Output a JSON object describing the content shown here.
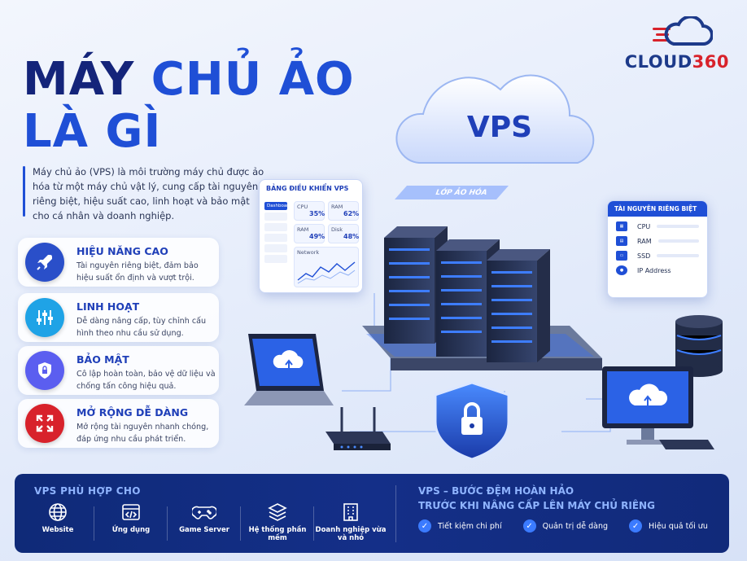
{
  "brand": {
    "name_part1": "CLOUD",
    "name_part2": "360"
  },
  "title": {
    "line1_part1": "MÁY ",
    "line1_part2": "CHỦ ẢO",
    "line2": "LÀ GÌ"
  },
  "description": "Máy chủ ảo (VPS) là môi trường máy chủ được ảo hóa từ một máy chủ vật lý, cung cấp tài nguyên riêng biệt, hiệu suất cao, linh hoạt và bảo mật cho cá nhân và doanh nghiệp.",
  "features": [
    {
      "title": "HIỆU NĂNG CAO",
      "desc": "Tài nguyên riêng biệt, đảm bảo hiệu suất ổn định và vượt trội.",
      "icon": "rocket-icon",
      "color": "#2a4fc9"
    },
    {
      "title": "LINH HOẠT",
      "desc": "Dễ dàng nâng cấp, tùy chỉnh cấu hình theo nhu cầu sử dụng.",
      "icon": "sliders-icon",
      "color": "#1fa3e6"
    },
    {
      "title": "BẢO MẬT",
      "desc": "Cô lập hoàn toàn, bảo vệ dữ liệu và chống tấn công hiệu quả.",
      "icon": "shield-lock-icon",
      "color": "#5b5ef0"
    },
    {
      "title": "MỞ RỘNG DỄ DÀNG",
      "desc": "Mở rộng tài nguyên nhanh chóng, đáp ứng nhu cầu phát triển.",
      "icon": "expand-icon",
      "color": "#d8222b"
    }
  ],
  "illustration": {
    "cloud_label": "VPS",
    "layer_label": "LỚP ẢO HÓA",
    "dashboard": {
      "title": "BẢNG ĐIỀU KHIỂN VPS",
      "menu": [
        "Dashboard",
        "",
        "",
        "",
        "",
        "",
        ""
      ],
      "tiles": [
        {
          "label": "CPU",
          "value": "35%"
        },
        {
          "label": "RAM",
          "value": "62%"
        },
        {
          "label": "RAM",
          "value": "49%"
        },
        {
          "label": "Disk",
          "value": "48%"
        }
      ],
      "network_label": "Network"
    },
    "resources": {
      "title": "TÀI NGUYÊN RIÊNG BIỆT",
      "items": [
        "CPU",
        "RAM",
        "SSD",
        "IP Address"
      ]
    }
  },
  "bottom": {
    "left_title": "VPS PHÙ HỢP CHO",
    "uses": [
      {
        "label": "Website",
        "icon": "globe-icon"
      },
      {
        "label": "Ứng dụng",
        "icon": "code-window-icon"
      },
      {
        "label": "Game Server",
        "icon": "gamepad-icon"
      },
      {
        "label": "Hệ thống phần mềm",
        "icon": "layers-icon"
      },
      {
        "label": "Doanh nghiệp vừa và nhỏ",
        "icon": "building-icon"
      }
    ],
    "right_title_line1": "VPS – BƯỚC ĐỆM HOÀN HẢO",
    "right_title_line2": "TRƯỚC KHI NÂNG CẤP LÊN MÁY CHỦ RIÊNG",
    "benefits": [
      "Tiết kiệm chi phí",
      "Quản trị dễ dàng",
      "Hiệu quả tối ưu"
    ]
  }
}
